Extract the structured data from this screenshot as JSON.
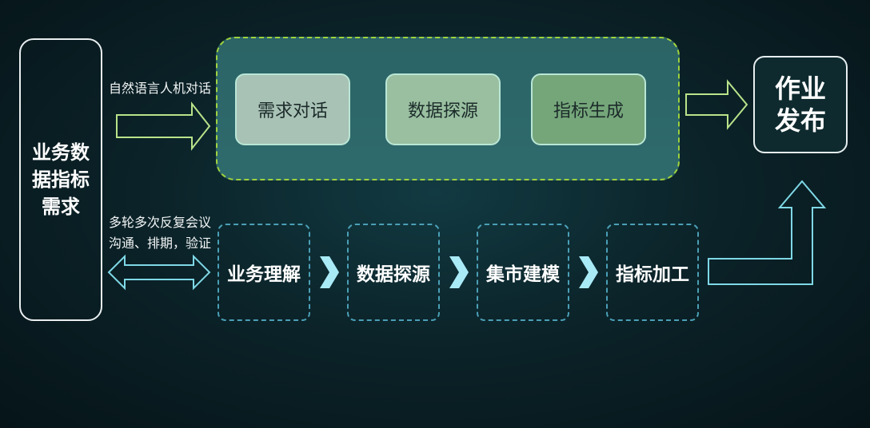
{
  "demand": {
    "label": "业务数\n据指标\n需求"
  },
  "ai_flow": {
    "caption": "自然语言人机对话",
    "steps": [
      "需求对话",
      "数据探源",
      "指标生成"
    ]
  },
  "traditional_flow": {
    "caption": "多轮多次反复会议\n沟通、排期，验证",
    "steps": [
      "业务理解",
      "数据探源",
      "集市建模",
      "指标加工"
    ]
  },
  "publish": {
    "label": "作业\n发布"
  },
  "colors": {
    "ai_group_border": "#9fd23f",
    "dashed_step_border": "#4a9fb6",
    "chevron_fill": "#a9eaf7",
    "outline_arrow_green": "#b9e38a",
    "outline_arrow_teal": "#7fd8e6"
  }
}
